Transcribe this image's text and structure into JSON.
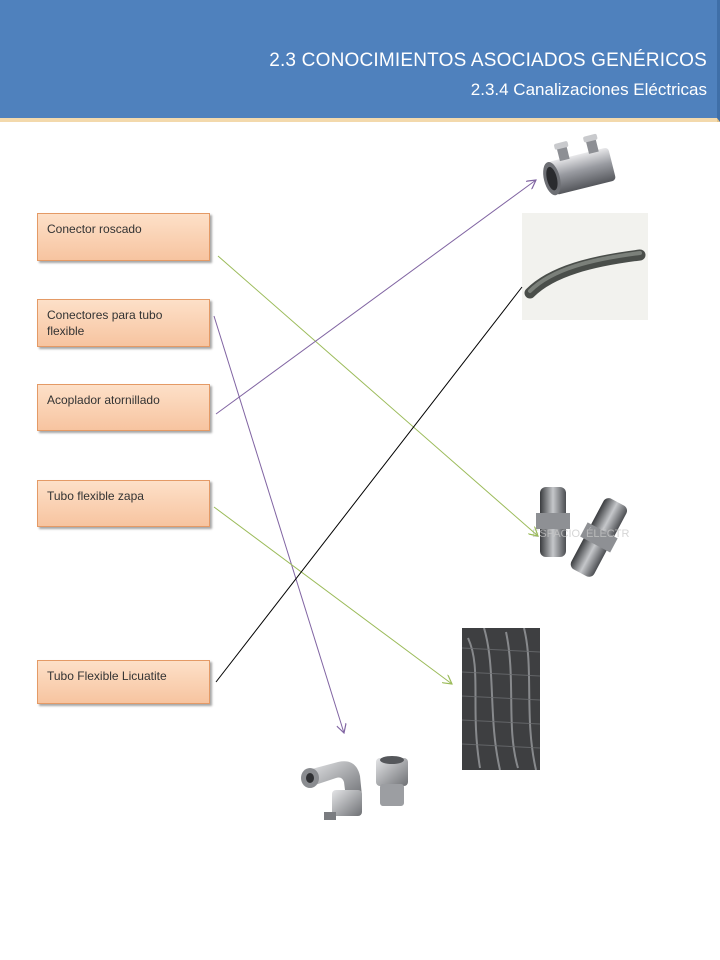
{
  "header": {
    "title": "2.3 CONOCIMIENTOS ASOCIADOS GENÉRICOS",
    "subtitle": "2.3.4 Canalizaciones Eléctricas",
    "background_color": "#4f81bd",
    "text_color": "#ffffff"
  },
  "labels": [
    {
      "text": "Conector roscado"
    },
    {
      "text": "Conectores para tubo flexible"
    },
    {
      "text": "Acoplador atornillado"
    },
    {
      "text": "Tubo flexible zapa"
    },
    {
      "text": "Tubo Flexible Licuatite"
    }
  ],
  "images": [
    {
      "name": "set-screw-coupling-photo"
    },
    {
      "name": "flexible-tube-photo"
    },
    {
      "name": "connectors-photo",
      "watermark": "ESPACIO ELÉCTRICA"
    },
    {
      "name": "liquidtight-flexible-conduit-photo"
    },
    {
      "name": "liquidtight-fittings-photo"
    }
  ],
  "connector_colors": {
    "green": "#9bbb59",
    "purple": "#8064a2",
    "black": "#000000"
  },
  "label_colors": {
    "fill_top": "#fde0c8",
    "fill_bottom": "#f7c4a0",
    "border": "#e49a66"
  }
}
